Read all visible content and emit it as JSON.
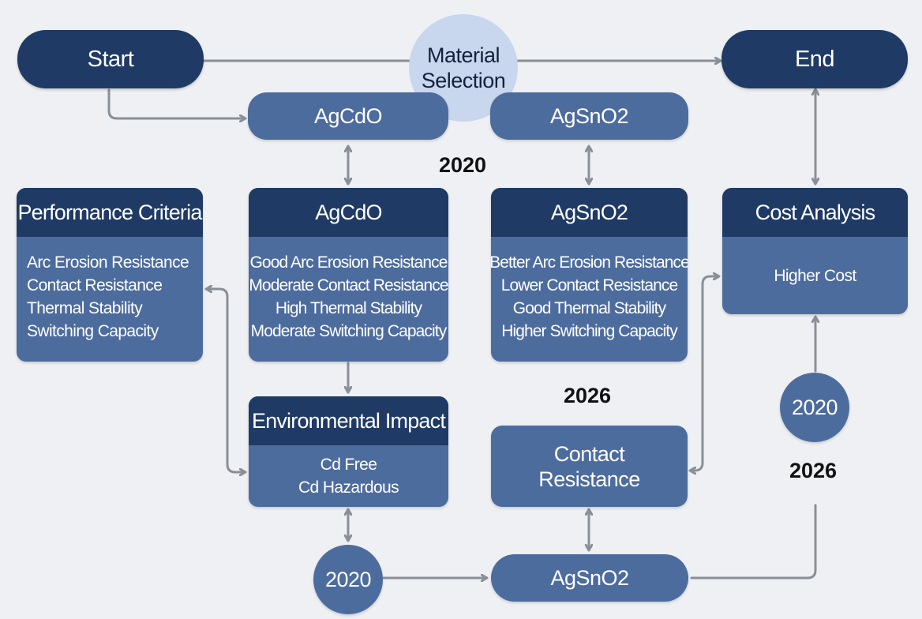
{
  "nodes": {
    "start": "Start",
    "material_selection": [
      "Material",
      "Selection"
    ],
    "end": "End",
    "agcdo_top": "AgCdO",
    "agsno2_top": "AgSnO2",
    "year_2020_center": "2020",
    "performance_criteria": {
      "title": "Performance Criteria",
      "items": [
        "Arc Erosion Resistance",
        "Contact Resistance",
        "Thermal Stability",
        "Switching Capacity"
      ]
    },
    "agcdo_card": {
      "title": "AgCdO",
      "items": [
        "Good Arc Erosion Resistance",
        "Moderate Contact Resistance",
        "High Thermal Stability",
        "Moderate Switching Capacity"
      ]
    },
    "agsno2_card": {
      "title": "AgSnO2",
      "items": [
        "Better Arc Erosion Resistance",
        "Lower Contact Resistance",
        "Good Thermal Stability",
        "Higher Switching Capacity"
      ]
    },
    "cost_analysis": {
      "title": "Cost Analysis",
      "items": [
        "Higher Cost"
      ]
    },
    "environmental_impact": {
      "title": "Environmental Impact",
      "items": [
        "Cd Free",
        "Cd Hazardous"
      ]
    },
    "year_2026_center": "2026",
    "contact_resistance": [
      "Contact",
      "Resistance"
    ],
    "circle_2020_right": "2020",
    "year_2026_right": "2026",
    "circle_2020_bottom": "2020",
    "agsno2_bottom": "AgSnO2"
  },
  "colors": {
    "dark_navy": "#1f3a64",
    "mid_blue": "#4d6c9e",
    "light_blue": "#c8d6ee",
    "arrow_gray": "#8a8f97",
    "background": "#eef0f3"
  }
}
